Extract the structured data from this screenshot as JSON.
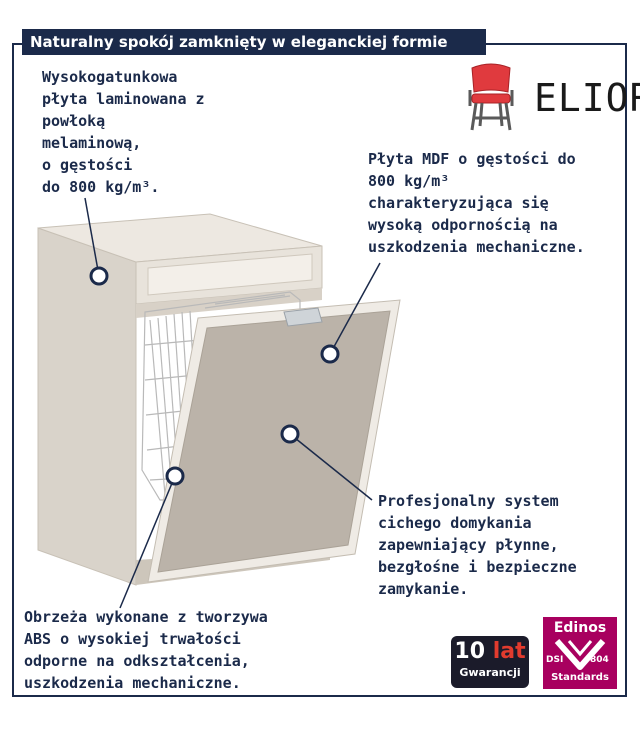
{
  "header": {
    "title": "Naturalny spokój zamknięty w eleganckiej formie"
  },
  "brand": {
    "name": "ELIOR",
    "icon": "chair-icon"
  },
  "callouts": [
    {
      "id": "laminate",
      "text": "Wysokogatunkowa\npłyta laminowana z\npowłoką\nmelaminową,\no gęstości\ndo 800 kg/m³."
    },
    {
      "id": "mdf",
      "text": "Płyta MDF o gęstości do\n800 kg/m³\ncharakteryzująca się\nwysoką odpornością na\nuszkodzenia mechaniczne."
    },
    {
      "id": "soft-close",
      "text": "Profesjonalny system\ncichego domykania\nzapewniający płynne,\nbezgłośne i bezpieczne\nzamykanie."
    },
    {
      "id": "abs-edge",
      "text": "Obrzeża wykonane z tworzywa\nABS o wysokiej trwałości\nodporne na odkształcenia,\nuszkodzenia mechaniczne."
    }
  ],
  "badges": {
    "warranty": {
      "number": "10",
      "unit": "lat",
      "label": "Gwarancji"
    },
    "edinos": {
      "name": "Edinos",
      "left": "DSI",
      "right": "804",
      "bottom": "Standards"
    }
  },
  "colors": {
    "navy": "#1b2a4a",
    "cabinet": "#e4ded5",
    "front": "#bbb3a9",
    "edinos": "#a8005f",
    "chair_red": "#e03a3e"
  }
}
